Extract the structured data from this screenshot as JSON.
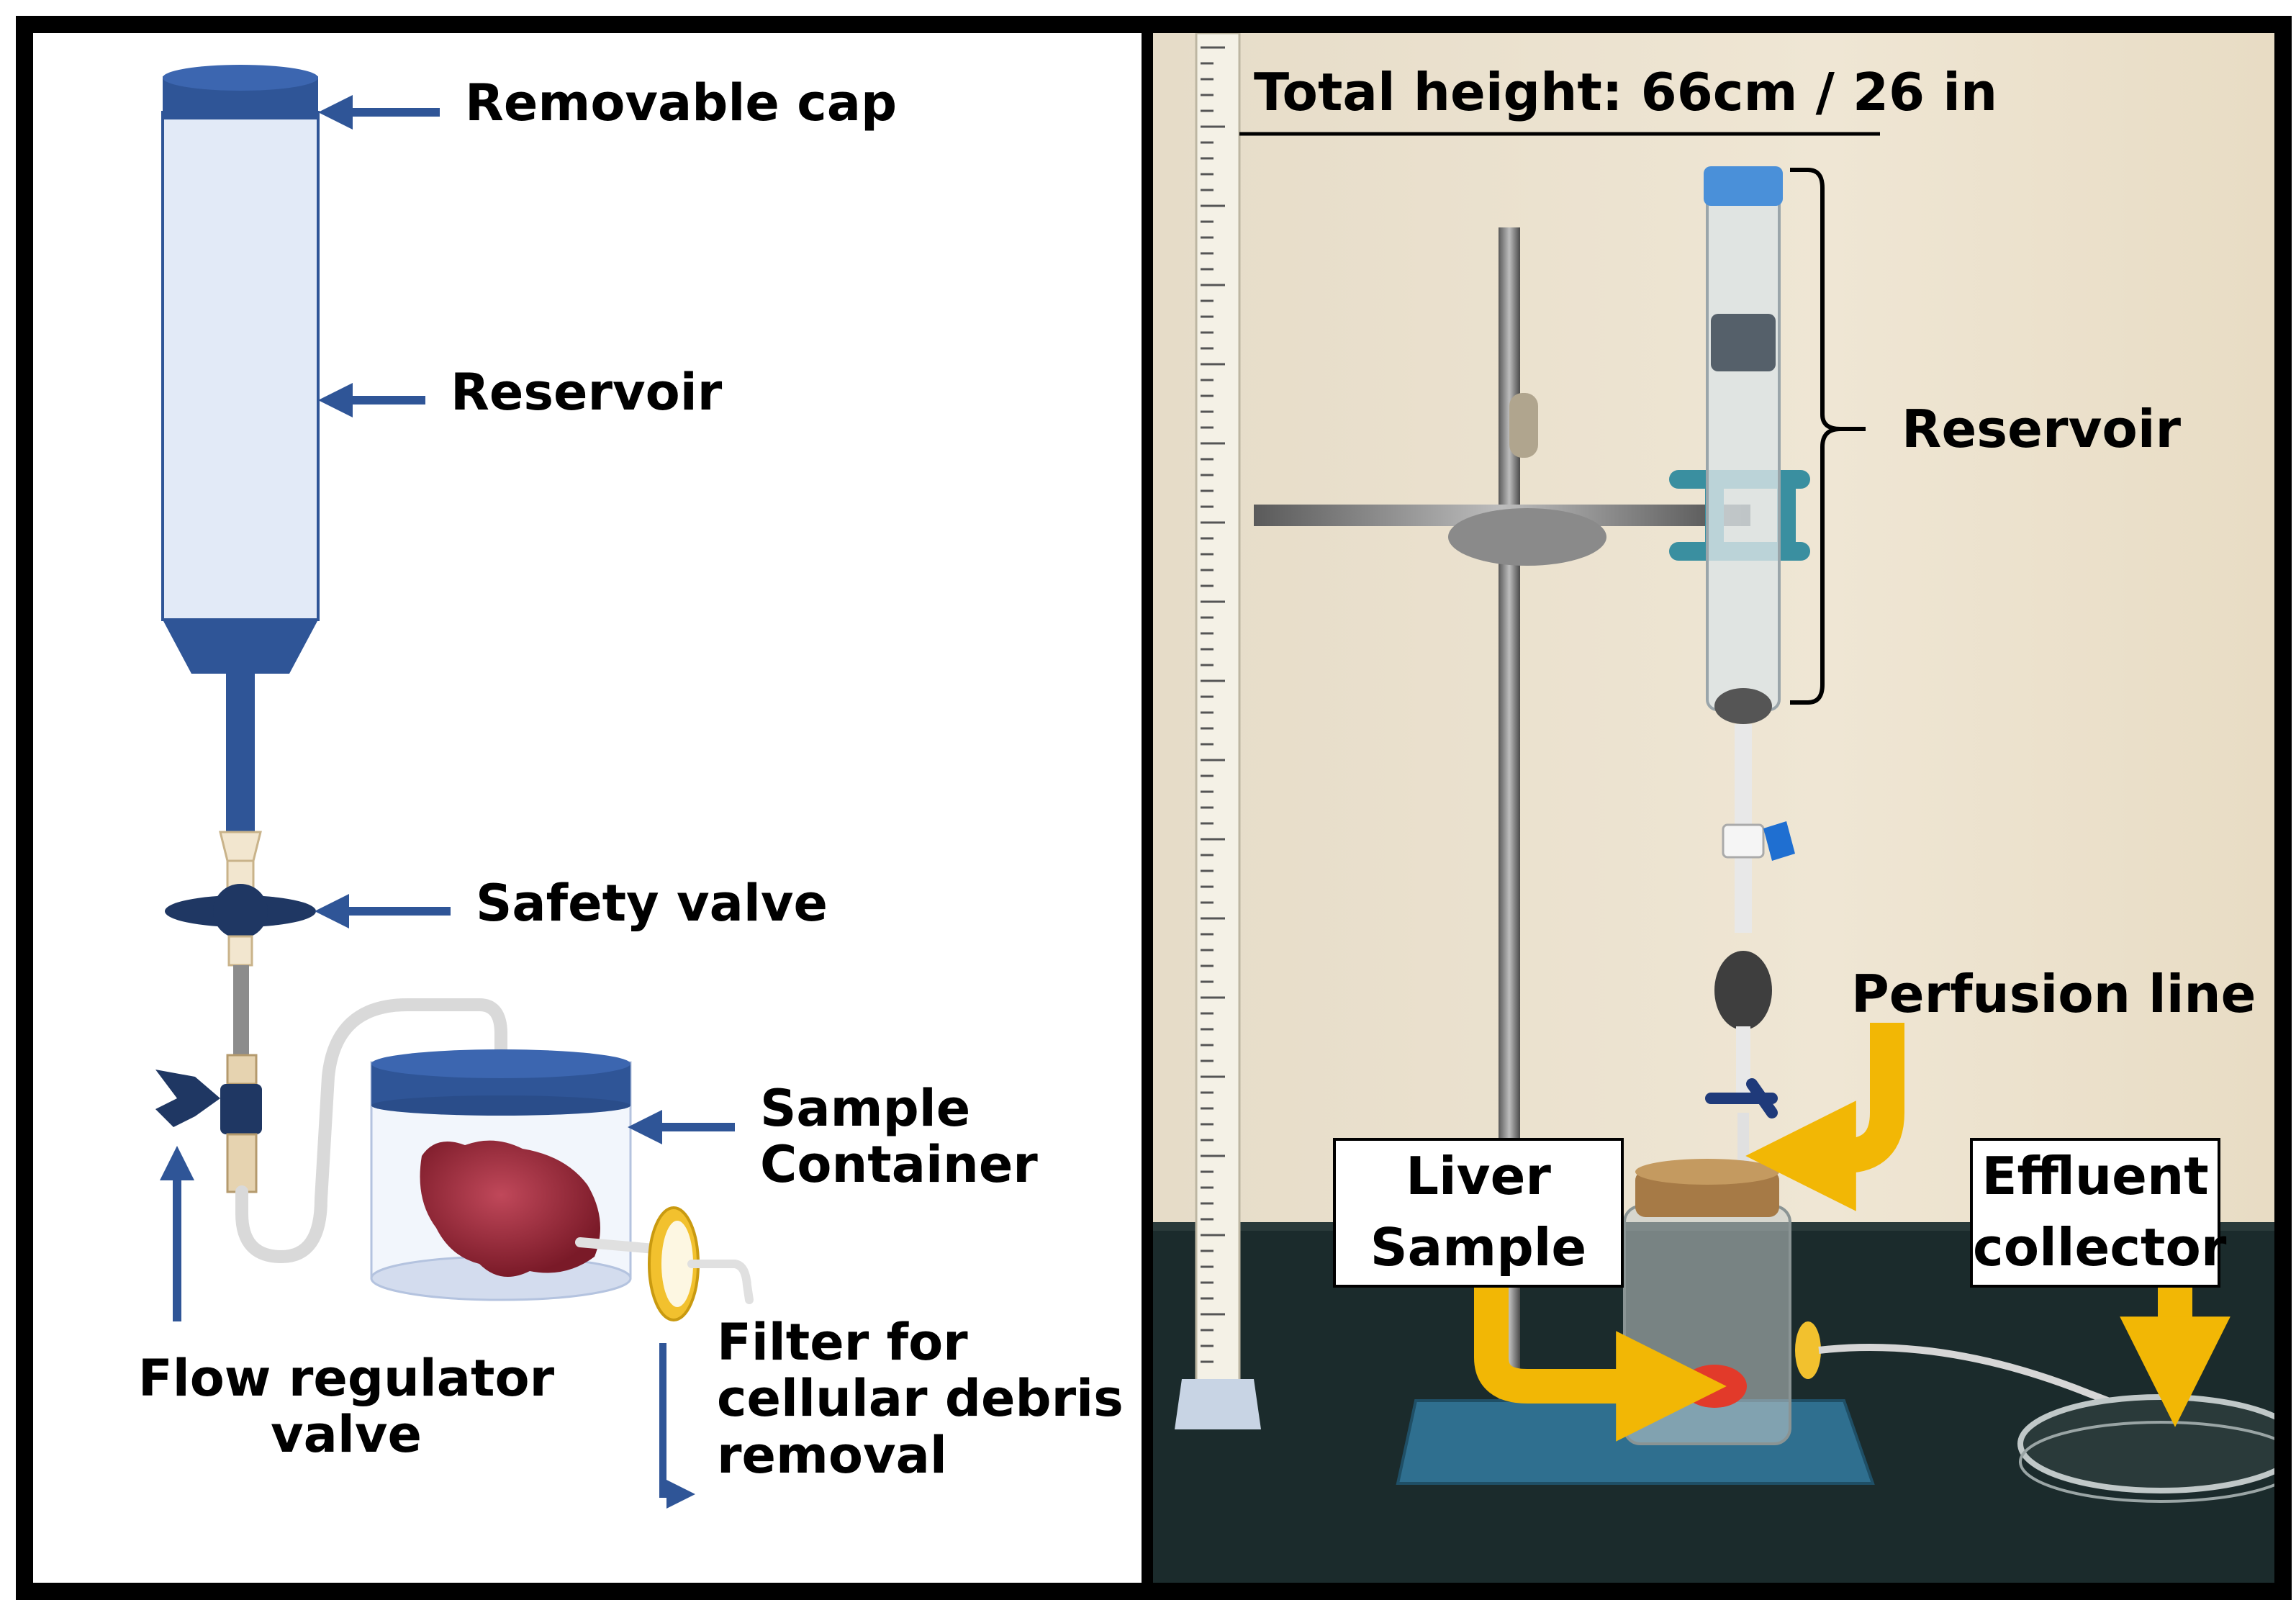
{
  "diagram": {
    "labels": {
      "removable_cap": "Removable cap",
      "reservoir": "Reservoir",
      "safety_valve": "Safety valve",
      "sample_container": "Sample\nContainer",
      "flow_regulator_valve": "Flow regulator\nvalve",
      "filter": "Filter for\ncellular debris\nremoval"
    },
    "colors": {
      "arrow": "#2f5597",
      "cap": "#2f5597",
      "reservoir_fill": "#e2eaf7",
      "tube": "#2f5597",
      "tubing": "#d9d9d9",
      "liver": "#a52a3a",
      "filter": "#f2c12e"
    }
  },
  "photo": {
    "labels": {
      "total_height": "Total height: 66cm / 26 in",
      "reservoir": "Reservoir",
      "perfusion_line": "Perfusion line",
      "liver_sample": "Liver\nSample",
      "effluent_collector": "Effluent\ncollector"
    },
    "colors": {
      "arrow": "#f2b705",
      "wall": "#ece3d1",
      "bench": "#1a2a2a",
      "stand_base": "#2f6f8f"
    }
  }
}
